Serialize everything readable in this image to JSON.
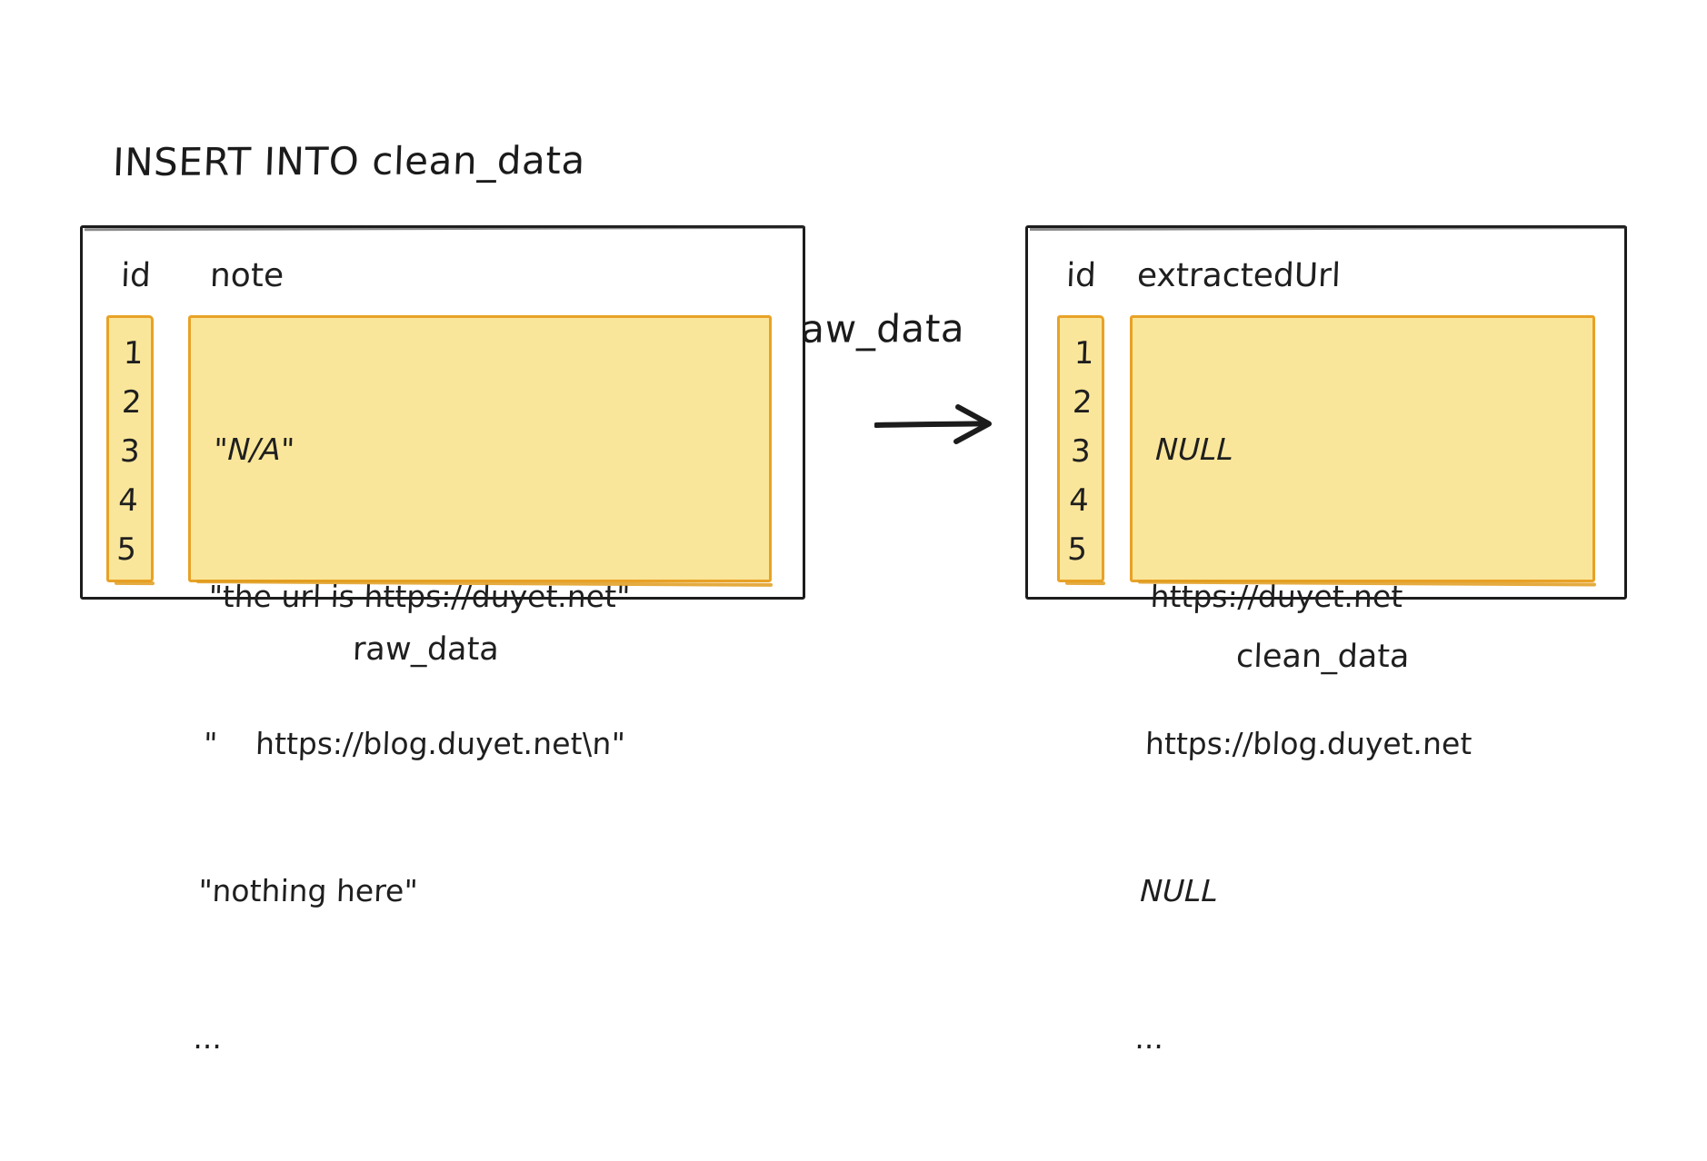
{
  "sql": {
    "line1": "INSERT INTO clean_data",
    "line2": "SELECT id, extractUrl(note) FROM raw_data"
  },
  "colors": {
    "highlight_fill": "#fae69a",
    "highlight_border": "#e8a227",
    "ink": "#1c1c1c",
    "background": "#ffffff"
  },
  "arrow": {
    "icon": "arrow-right-icon"
  },
  "tables": {
    "source": {
      "caption": "raw_data",
      "headers": {
        "id": "id",
        "value": "note"
      },
      "ids": [
        "1",
        "2",
        "3",
        "4",
        "5"
      ],
      "values": [
        "\"N/A\"",
        "\"the url is https://duyet.net\"",
        "\"    https://blog.duyet.net\\n\"",
        "\"nothing here\"",
        "..."
      ]
    },
    "target": {
      "caption": "clean_data",
      "headers": {
        "id": "id",
        "value": "extractedUrl"
      },
      "ids": [
        "1",
        "2",
        "3",
        "4",
        "5"
      ],
      "values": [
        "NULL",
        "https://duyet.net",
        "https://blog.duyet.net",
        "NULL",
        "..."
      ]
    }
  }
}
